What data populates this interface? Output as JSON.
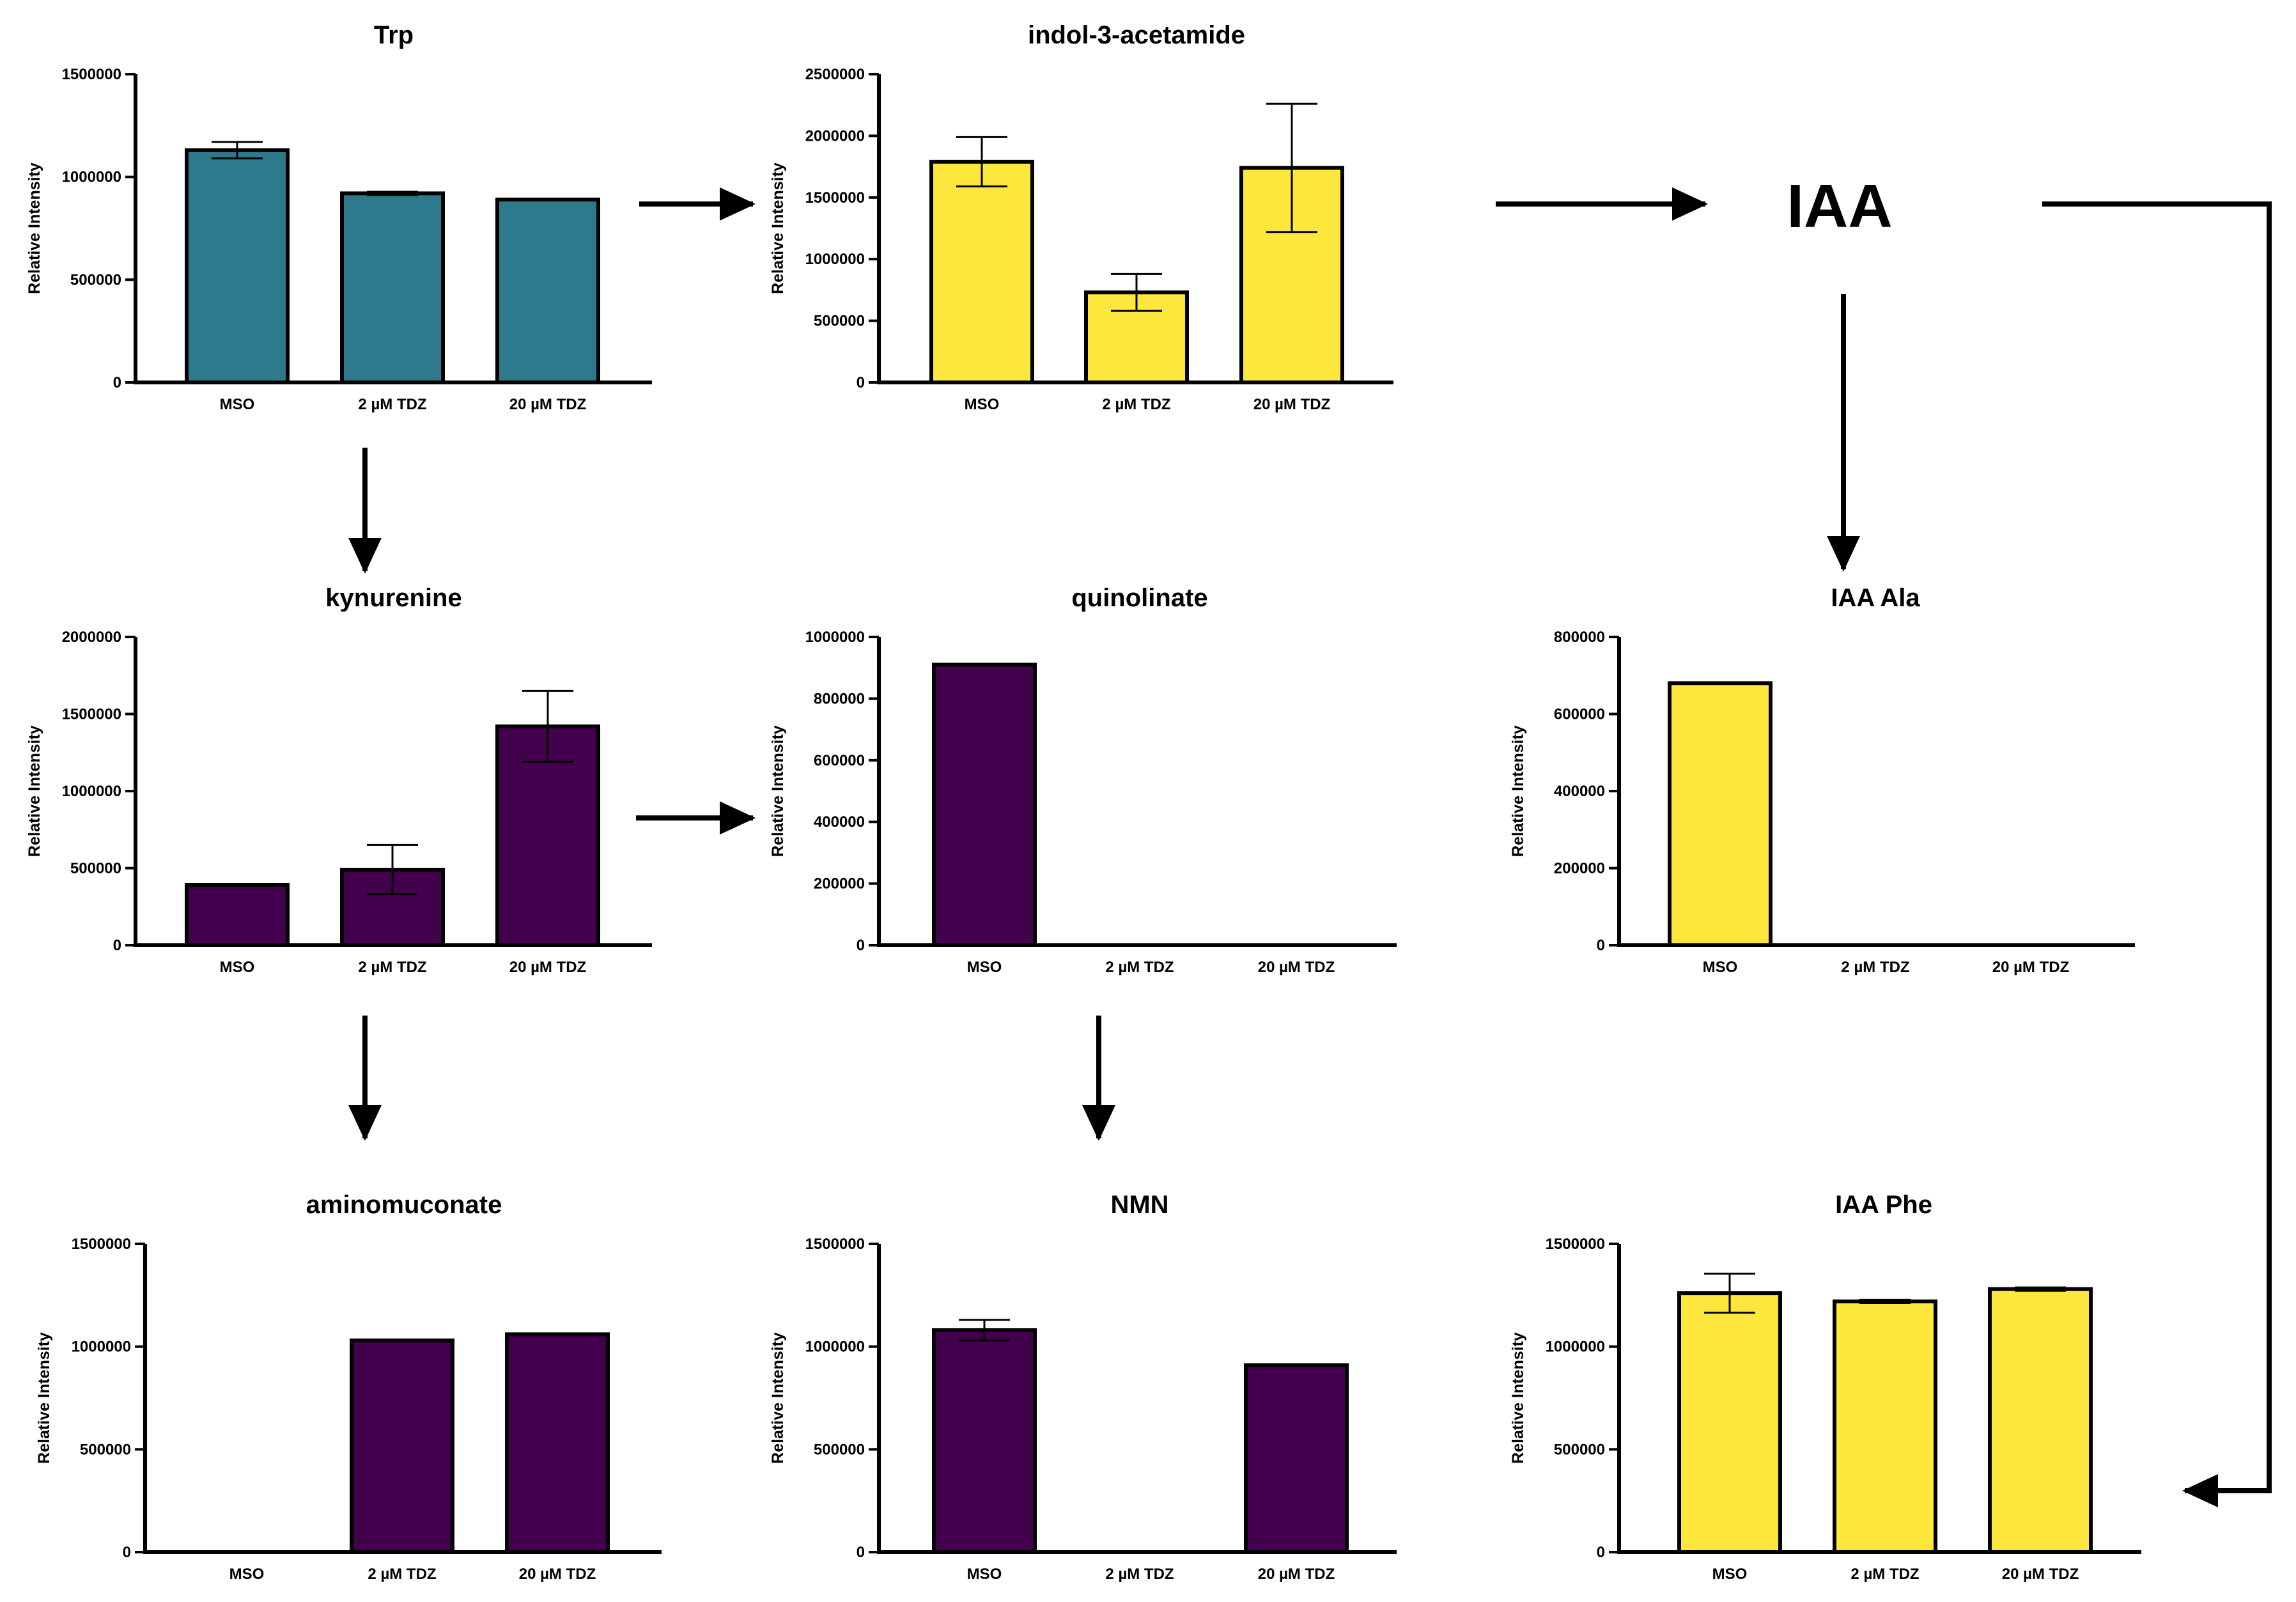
{
  "colors": {
    "teal": "#2e7a8c",
    "yellow": "#fde73c",
    "purple": "#43004d",
    "stroke": "#000000"
  },
  "node_label": "IAA",
  "chart_data": [
    {
      "id": "trp",
      "type": "bar",
      "title": "Trp",
      "ylabel": "Relative Intensity",
      "ylim": [
        0,
        1500000
      ],
      "yticks": [
        "0",
        "500000",
        "1000000",
        "1500000"
      ],
      "categories": [
        "MSO",
        "2 µM TDZ",
        "20 µM TDZ"
      ],
      "values": [
        1130000,
        920000,
        890000
      ],
      "errors": [
        40000,
        8000,
        0
      ],
      "color": "teal"
    },
    {
      "id": "iam",
      "type": "bar",
      "title": "indol-3-acetamide",
      "ylabel": "Relative Intensity",
      "ylim": [
        0,
        2500000
      ],
      "yticks": [
        "0",
        "500000",
        "1000000",
        "1500000",
        "2000000",
        "2500000"
      ],
      "categories": [
        "MSO",
        "2 µM TDZ",
        "20 µM TDZ"
      ],
      "values": [
        1790000,
        730000,
        1740000
      ],
      "errors": [
        200000,
        150000,
        520000
      ],
      "color": "yellow"
    },
    {
      "id": "kynurenine",
      "type": "bar",
      "title": "kynurenine",
      "ylabel": "Relative Intensity",
      "ylim": [
        0,
        2000000
      ],
      "yticks": [
        "0",
        "500000",
        "1000000",
        "1500000",
        "2000000"
      ],
      "categories": [
        "MSO",
        "2 µM TDZ",
        "20 µM TDZ"
      ],
      "values": [
        390000,
        490000,
        1420000
      ],
      "errors": [
        0,
        160000,
        230000
      ],
      "color": "purple"
    },
    {
      "id": "quinolinate",
      "type": "bar",
      "title": "quinolinate",
      "ylabel": "Relative Intensity",
      "ylim": [
        0,
        1000000
      ],
      "yticks": [
        "0",
        "200000",
        "400000",
        "600000",
        "800000",
        "1000000"
      ],
      "categories": [
        "MSO",
        "2 µM TDZ",
        "20 µM TDZ"
      ],
      "values": [
        910000,
        0,
        0
      ],
      "errors": [
        0,
        0,
        0
      ],
      "color": "purple"
    },
    {
      "id": "iaa-ala",
      "type": "bar",
      "title": "IAA Ala",
      "ylabel": "Relative Intensity",
      "ylim": [
        0,
        800000
      ],
      "yticks": [
        "0",
        "200000",
        "400000",
        "600000",
        "800000"
      ],
      "categories": [
        "MSO",
        "2 µM TDZ",
        "20 µM TDZ"
      ],
      "values": [
        680000,
        0,
        0
      ],
      "errors": [
        0,
        0,
        0
      ],
      "color": "yellow"
    },
    {
      "id": "aminomuconate",
      "type": "bar",
      "title": "aminomuconate",
      "ylabel": "Relative Intensity",
      "ylim": [
        0,
        1500000
      ],
      "yticks": [
        "0",
        "500000",
        "1000000",
        "1500000"
      ],
      "categories": [
        "MSO",
        "2 µM TDZ",
        "20 µM TDZ"
      ],
      "values": [
        0,
        1030000,
        1060000
      ],
      "errors": [
        0,
        0,
        0
      ],
      "color": "purple"
    },
    {
      "id": "nmn",
      "type": "bar",
      "title": "NMN",
      "ylabel": "Relative Intensity",
      "ylim": [
        0,
        1500000
      ],
      "yticks": [
        "0",
        "500000",
        "1000000",
        "1500000"
      ],
      "categories": [
        "MSO",
        "2 µM TDZ",
        "20 µM TDZ"
      ],
      "values": [
        1080000,
        0,
        910000
      ],
      "errors": [
        50000,
        0,
        0
      ],
      "color": "purple"
    },
    {
      "id": "iaa-phe",
      "type": "bar",
      "title": "IAA Phe",
      "ylabel": "Relative Intensity",
      "ylim": [
        0,
        1500000
      ],
      "yticks": [
        "0",
        "500000",
        "1000000",
        "1500000"
      ],
      "categories": [
        "MSO",
        "2 µM TDZ",
        "20 µM TDZ"
      ],
      "values": [
        1260000,
        1220000,
        1280000
      ],
      "errors": [
        95000,
        8000,
        8000
      ],
      "color": "yellow"
    }
  ]
}
